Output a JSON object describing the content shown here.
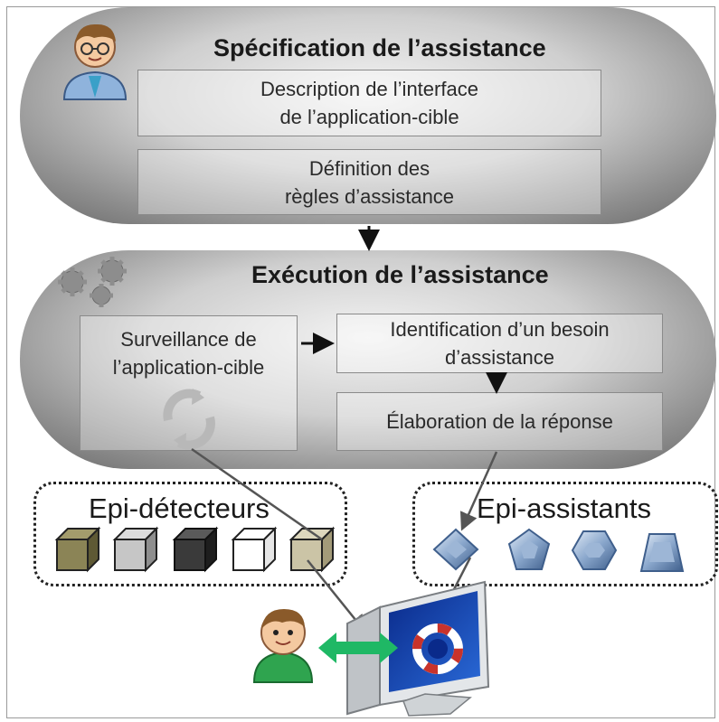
{
  "specification": {
    "title": "Spécification de l’assistance",
    "box1": {
      "line1": "Description de l’interface",
      "line2": "de l’application-cible"
    },
    "box2": {
      "line1": "Définition des",
      "line2": "règles d’assistance"
    }
  },
  "execution": {
    "title": "Exécution de l’assistance",
    "monitor_box": {
      "line1": "Surveillance de",
      "line2": "l’application-cible"
    },
    "identify_box": {
      "line1": "Identification d’un besoin",
      "line2": "d’assistance"
    },
    "response_box": {
      "label": "Élaboration de la réponse"
    }
  },
  "epi_detecteurs": {
    "label": "Epi-détecteurs",
    "cube_colors": [
      "#8b8456",
      "#c6c6c6",
      "#3a3a3a",
      "#ffffff",
      "#cbc4a6"
    ]
  },
  "epi_assistants": {
    "label": "Epi-assistants",
    "shape_color": "#7b9cc3",
    "shapes": [
      "diamond-icon",
      "pentagon-icon",
      "hexagon-icon",
      "trapezoid-icon"
    ]
  },
  "colors": {
    "arrow": "#111111",
    "connector": "#555555",
    "exchange_arrow": "#1fb865",
    "screen": "#0a2a8a"
  },
  "icons": [
    "designer-avatar-icon",
    "gears-icon",
    "cycle-icon",
    "user-avatar-icon",
    "computer-monitor-icon",
    "lifebuoy-icon"
  ]
}
